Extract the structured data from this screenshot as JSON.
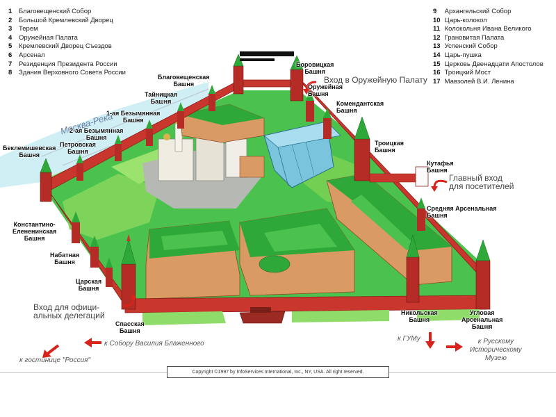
{
  "legend_left": [
    {
      "num": "1",
      "text": "Благовещенский Собор"
    },
    {
      "num": "2",
      "text": "Большой Кремлевский Дворец"
    },
    {
      "num": "3",
      "text": "Терем"
    },
    {
      "num": "4",
      "text": "Оружейная Палата"
    },
    {
      "num": "5",
      "text": "Кремлевский Дворец Съездов"
    },
    {
      "num": "6",
      "text": "Арсенал"
    },
    {
      "num": "7",
      "text": "Резиденция Президента России"
    },
    {
      "num": "8",
      "text": "Здания Верховного Совета России"
    }
  ],
  "legend_right": [
    {
      "num": "9",
      "text": "Архангельский Собор"
    },
    {
      "num": "10",
      "text": "Царь-колокол"
    },
    {
      "num": "11",
      "text": "Колокольня Ивана Великого"
    },
    {
      "num": "12",
      "text": "Грановитая Палата"
    },
    {
      "num": "13",
      "text": "Успенский Собор"
    },
    {
      "num": "14",
      "text": "Царь-пушка"
    },
    {
      "num": "15",
      "text": "Церковь Двенадцати Апостолов"
    },
    {
      "num": "16",
      "text": "Троицкий Мост"
    },
    {
      "num": "17",
      "text": "Мавзолей В.И. Ленина"
    }
  ],
  "towers": {
    "borovitskaya": "Боровицкая\nБашня",
    "blagoveshchenskaya": "Благовещенская\nБашня",
    "taynitskaya": "Тайницкая\nБашня",
    "bezymyannaya1": "1-ая Безымянная\nБашня",
    "bezymyannaya2": "2-ая Безымянная\nБашня",
    "petrovskaya": "Петровская\nБашня",
    "beklemishevskaya": "Беклемишевская\nБашня",
    "konstantino": "Константино-\nЕлененинская\nБашня",
    "nabatnaya": "Набатная\nБашня",
    "tsarskaya": "Царская\nБашня",
    "spasskaya": "Спасская\nБашня",
    "nikolskaya": "Никольская\nБашня",
    "uglovaya": "Угловая\nАрсенальная\nБашня",
    "srednyaya": "Средняя Арсенальная\nБашня",
    "kutafya": "Кутафья\nБашня",
    "troitskaya": "Троицкая\nБашня",
    "komendantskaya": "Комендантская\nБашня",
    "oruzheynaya": "Оружейная\nБашня"
  },
  "notes": {
    "armory_entrance": "Вход в Оружейную Палату",
    "main_entrance": "Главный вход\nдля посетителей",
    "official_entrance": "Вход для офици-\nальных делегаций",
    "to_basil": "к Собору Василия Блаженного",
    "to_hotel": "к гостинице \"Россия\"",
    "to_gum": "к ГУМу",
    "to_museum": "к Русскому\nИсторическому\nМузею",
    "river": "Москва-Река"
  },
  "copyright": "Copyright ©1997 by InfoServices International, Inc., NY, USA. All right reserved.",
  "colors": {
    "wall": "#c8362e",
    "wall_dark": "#8f1f1c",
    "roof": "#2fa83a",
    "grass": "#4cc24e",
    "grass_light": "#8fdc6a",
    "water": "#77d6e8",
    "arrow": "#d8221c",
    "building": "#d99a63"
  }
}
